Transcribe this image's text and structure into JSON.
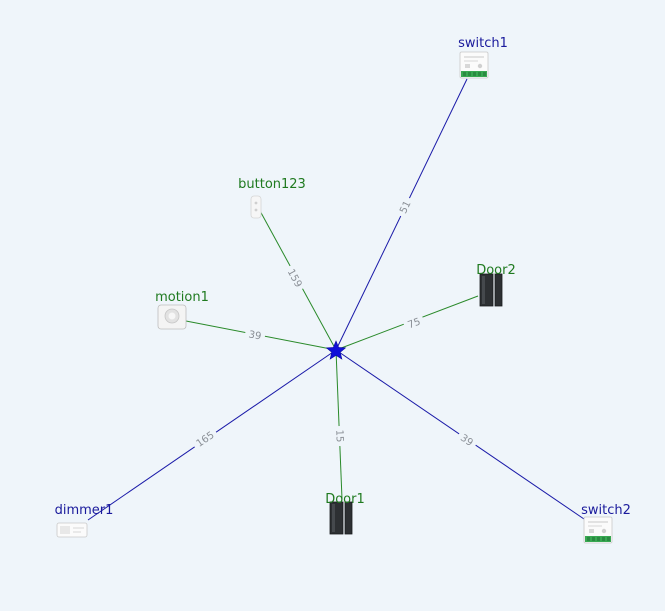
{
  "colors": {
    "background": "#eff5fa",
    "router_link": "#1a1aa8",
    "end_device_link": "#2a8a2a",
    "router_label": "#1a1a9c",
    "end_device_label": "#1f7a1f",
    "coordinator": "#1010d8",
    "link_label": "#8a8f96"
  },
  "coordinator": {
    "icon": "star-icon"
  },
  "nodes": [
    {
      "id": "switch1",
      "label": "switch1",
      "role": "router",
      "icon": "switch-module-icon",
      "lqi": "51"
    },
    {
      "id": "button123",
      "label": "button123",
      "role": "end_device",
      "icon": "button-icon",
      "lqi": "159"
    },
    {
      "id": "door2",
      "label": "Door2",
      "role": "end_device",
      "icon": "door-sensor-icon",
      "lqi": "75"
    },
    {
      "id": "motion1",
      "label": "motion1",
      "role": "end_device",
      "icon": "motion-sensor-icon",
      "lqi": "39"
    },
    {
      "id": "dimmer1",
      "label": "dimmer1",
      "role": "router",
      "icon": "dimmer-module-icon",
      "lqi": "165"
    },
    {
      "id": "door1",
      "label": "Door1",
      "role": "end_device",
      "icon": "door-sensor-icon",
      "lqi": "15"
    },
    {
      "id": "switch2",
      "label": "switch2",
      "role": "router",
      "icon": "switch-module-icon",
      "lqi": "39"
    }
  ]
}
